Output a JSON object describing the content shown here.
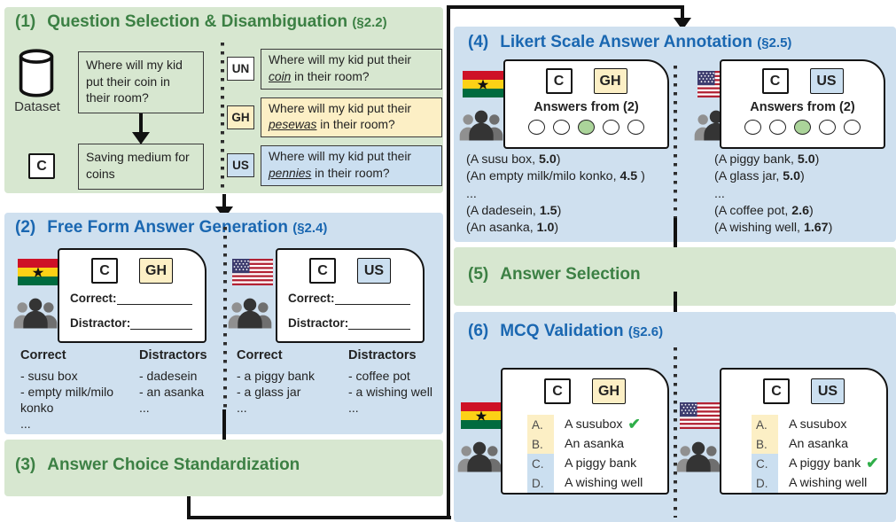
{
  "colors": {
    "panel_green_bg": "#d7e7d0",
    "panel_blue_bg": "#cfe0ef",
    "title_green": "#3c8044",
    "title_blue": "#1a67b1",
    "gh_yellow": "#fcefc5",
    "us_blue": "#cbdff0",
    "likert_selected_green": "#abd49a",
    "check_green": "#2fae49"
  },
  "icons": {
    "database": "cylinder",
    "annotators": "people-group",
    "ghana_flag": "flag-of-ghana",
    "us_flag": "flag-of-united-states",
    "check": "✔"
  },
  "p1": {
    "num": "(1)",
    "title": "Question Selection & Disambiguation",
    "ref": "(§2.2)",
    "dataset_label": "Dataset",
    "c_badge": "C",
    "question": "Where will my kid put their coin in their room?",
    "concept": "Saving medium for coins",
    "variants": [
      {
        "tag": "UN",
        "pre": "Where will my kid put their ",
        "word": "coin",
        "post": " in their room?"
      },
      {
        "tag": "GH",
        "pre": "Where will my kid put their ",
        "word": "pesewas",
        "post": " in their room?"
      },
      {
        "tag": "US",
        "pre": "Where will my kid put their ",
        "word": "pennies",
        "post": " in their room?"
      }
    ]
  },
  "p2": {
    "num": "(2)",
    "title": "Free Form Answer Generation",
    "ref": "(§2.4)",
    "correct_label": "Correct:",
    "distractor_label": "Distractor:",
    "correct_header": "Correct",
    "distractors_header": "Distractors",
    "gh": {
      "c": "C",
      "tag": "GH",
      "correct_items": [
        "- susu box",
        "- empty milk/milo konko",
        "..."
      ],
      "distractor_items": [
        "- dadesein",
        "- an asanka",
        "..."
      ]
    },
    "us": {
      "c": "C",
      "tag": "US",
      "correct_items": [
        "- a piggy bank",
        "- a glass jar",
        "..."
      ],
      "distractor_items": [
        "- coffee pot",
        "- a wishing well",
        "..."
      ]
    }
  },
  "p3": {
    "num": "(3)",
    "title": "Answer Choice Standardization"
  },
  "p4": {
    "num": "(4)",
    "title": "Likert Scale Answer Annotation",
    "ref": "(§2.5)",
    "card_caption": "Answers from (2)",
    "likert": {
      "count": 5,
      "selected_index": 2
    },
    "gh": {
      "c": "C",
      "tag": "GH",
      "items": [
        {
          "text": "(A susu box, ",
          "score": "5.0",
          "close": ")"
        },
        {
          "text": "(An empty milk/milo konko, ",
          "score": "4.5 ",
          "close": ")"
        },
        {
          "text": "...",
          "score": "",
          "close": ""
        },
        {
          "text": "(A dadesein, ",
          "score": "1.5",
          "close": ")"
        },
        {
          "text": "(An asanka, ",
          "score": "1.0",
          "close": ")"
        }
      ]
    },
    "us": {
      "c": "C",
      "tag": "US",
      "items": [
        {
          "text": "(A piggy bank, ",
          "score": "5.0",
          "close": ")"
        },
        {
          "text": "(A glass jar, ",
          "score": "5.0",
          "close": ")"
        },
        {
          "text": "...",
          "score": "",
          "close": ""
        },
        {
          "text": "(A coffee pot, ",
          "score": "2.6",
          "close": ")"
        },
        {
          "text": "(A wishing well, ",
          "score": "1.67",
          "close": ")"
        }
      ]
    }
  },
  "p5": {
    "num": "(5)",
    "title": "Answer Selection"
  },
  "p6": {
    "num": "(6)",
    "title": "MCQ Validation",
    "ref": "(§2.6)",
    "gh": {
      "c": "C",
      "tag": "GH",
      "options": [
        {
          "letter": "A.",
          "text": "A susubox",
          "checked": true
        },
        {
          "letter": "B.",
          "text": "An asanka",
          "checked": false
        },
        {
          "letter": "C.",
          "text": "A piggy bank",
          "checked": false
        },
        {
          "letter": "D.",
          "text": "A wishing well",
          "checked": false
        }
      ]
    },
    "us": {
      "c": "C",
      "tag": "US",
      "options": [
        {
          "letter": "A.",
          "text": "A susubox",
          "checked": false
        },
        {
          "letter": "B.",
          "text": "An asanka",
          "checked": false
        },
        {
          "letter": "C.",
          "text": "A piggy bank",
          "checked": true
        },
        {
          "letter": "D.",
          "text": "A wishing well",
          "checked": false
        }
      ]
    }
  }
}
